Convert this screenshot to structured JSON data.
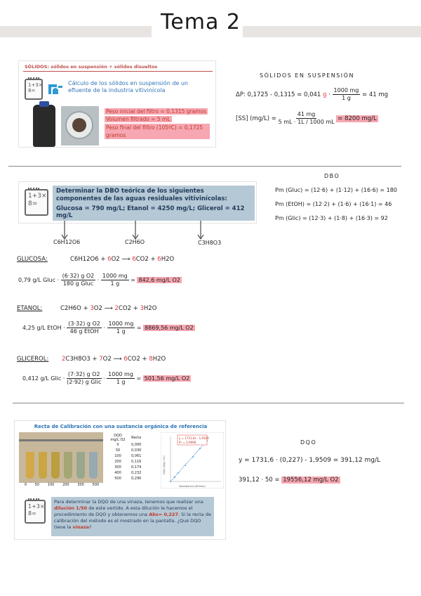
{
  "header": {
    "title": "Tema 2"
  },
  "solidos_card": {
    "title": "SÓLIDOS: sólidos en suspensión + sólidos disueltos",
    "statement": "Cálculo de los sólidos en suspensión de un efluente de la industria vitivinícola",
    "data_lines": [
      "Peso inicial del filtro = 0,1315 gramos",
      "Volumen filtrado = 5 mL",
      "Peso final del filtro (105ºC) = 0,1725 gramos"
    ]
  },
  "solidos_notes": {
    "heading": "SÓLIDOS EN SUSPENSIÓN",
    "delta_p": "ΔP: 0,1725 - 0,1315 = 0,041",
    "delta_p_unit": "g",
    "delta_num": "1000 mg",
    "delta_den": "1 g",
    "delta_res": "= 41 mg",
    "sse_label": "[SS] (mg/L) =",
    "sse_num": "41 mg",
    "sse_den1": "5 mL",
    "sse_den2": "1L / 1000 mL",
    "sse_result": "= 8200 mg/L"
  },
  "dbo_notes": {
    "heading": "DBO",
    "lines": [
      "Pm (Gluc) = (12·6) + (1·12) + (16·6) = 180",
      "Pm (EtOH) = (12·2) + (1·6) + (16·1) = 46",
      "Pm (Glic) = (12·3) + (1·8) + (16·3) = 92"
    ]
  },
  "dbo_card": {
    "statement": "Determinar la DBO teórica de los siguientes componentes de las aguas residuales vitivinícolas:",
    "values": "Glucosa = 790 mg/L; Etanol = 4250 mg/L; Glicerol = 412 mg/L",
    "formulas": [
      "C6H12O6",
      "C2H6O",
      "C3H8O3"
    ]
  },
  "glucosa": {
    "label": "GLUCOSA:",
    "reaction_left": "C6H12O6 +",
    "reaction_coef1": "6",
    "reaction_mid": "O2",
    "reaction_coef2": "6",
    "reaction_right1": "CO2 +",
    "reaction_coef3": "6",
    "reaction_right2": "H2O",
    "calc_left": "0,79 g/L Gluc ·",
    "calc_num": "(6·32) g O2",
    "calc_den": "180 g Gluc",
    "conv_num": "1000 mg",
    "conv_den": "1 g",
    "result": "842,6 mg/L O2"
  },
  "etanol": {
    "label": "ETANOL:",
    "reaction_left": "C2H6O +",
    "reaction_coef1": "3",
    "reaction_mid": "O2",
    "reaction_coef2": "2",
    "reaction_right1": "CO2 +",
    "reaction_coef3": "3",
    "reaction_right2": "H2O",
    "calc_left": "4,25 g/L EtOH ·",
    "calc_num": "(3·32) g O2",
    "calc_den": "46 g EtOH",
    "conv_num": "1000 mg",
    "conv_den": "1 g",
    "result": "8869,56 mg/L O2"
  },
  "glicerol": {
    "label": "GLICEROL:",
    "reaction_coef0": "2",
    "reaction_left": "C3H8O3 +",
    "reaction_coef1": "7",
    "reaction_mid": "O2",
    "reaction_coef2": "6",
    "reaction_right1": "CO2 +",
    "reaction_coef3": "8",
    "reaction_right2": "H2O",
    "calc_left": "0,412 g/L Glic ·",
    "calc_num": "(7·32) g O2",
    "calc_den": "(2·92) g Glic",
    "conv_num": "1000 mg",
    "conv_den": "1 g",
    "result": "501,56 mg/L O2"
  },
  "dqo_card": {
    "title": "Recta de Calibración con una sustancia orgánica de referencia",
    "table_headers": [
      "DQO mg/L O2",
      "Recta"
    ],
    "table_rows": [
      [
        "0",
        "0,000"
      ],
      [
        "50",
        "0,030"
      ],
      [
        "100",
        "0,061"
      ],
      [
        "200",
        "0,116"
      ],
      [
        "300",
        "0,174"
      ],
      [
        "400",
        "0,232"
      ],
      [
        "500",
        "0,290"
      ]
    ],
    "tube_labels": [
      "0",
      "50",
      "100",
      "200",
      "300",
      "500"
    ],
    "graph_eq": "y = 1731,6x - 1,9509",
    "graph_r2": "R² = 0,9998",
    "graph_xlabel": "Absorbancia (600nm)",
    "graph_ylabel": "DQO (mg/L O2)",
    "statement_1": "Para determinar la DQO de una vinaza, tenemos que realizar una ",
    "statement_dil": "dilución 1/50",
    "statement_2": " de este vertido. A esta dilución le hacemos el procedimiento de DQO y obtenemos una ",
    "statement_abs": "Abs= 0,227",
    "statement_3": ". Si la recta de calibración del método es el mostrado en la pantalla. ¿Qué DQO tiene la ",
    "statement_vin": "vinaza",
    "statement_4": "?"
  },
  "dqo_notes": {
    "heading": "DQO",
    "eq1": "y = 1731,6 · (0,227) - 1,9509 = 391,12 mg/L",
    "eq2": "391,12 · 50 =",
    "eq2_result": "19556,12 mg/L O2"
  },
  "colors": {
    "accent_red": "#e2383f",
    "highlight_pink": "#f6a7b1",
    "statement_box": "#b5c8d5",
    "card_title_orange": "#c0504d",
    "card_title_blue": "#2e75b6"
  }
}
